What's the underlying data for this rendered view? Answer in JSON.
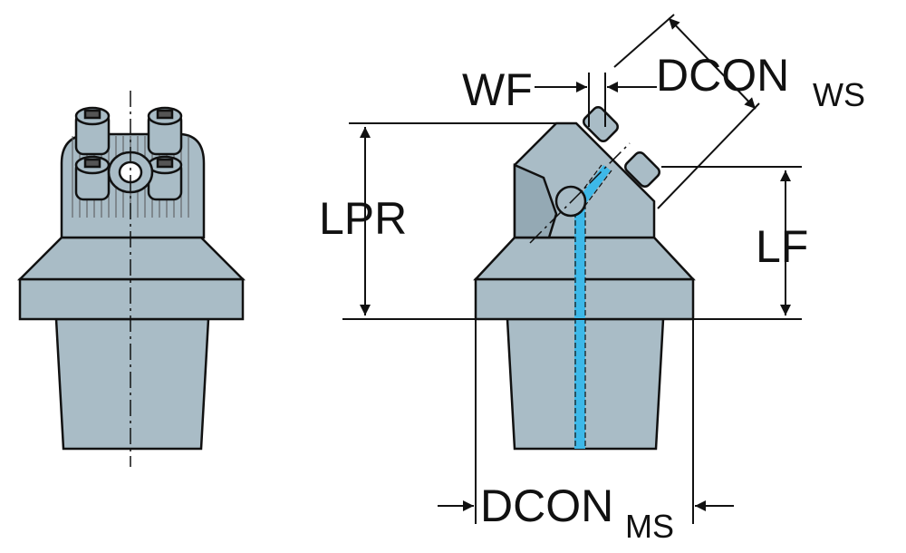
{
  "labels": {
    "wf": "WF",
    "lpr": "LPR",
    "lf": "LF",
    "dcon_ws_main": "DCON",
    "dcon_ws_sub": "WS",
    "dcon_ms_main": "DCON",
    "dcon_ms_sub": "MS"
  },
  "colors": {
    "body": "#a9bcc6",
    "body_dark": "#7f95a1",
    "outline": "#111111",
    "coolant": "#3db8e8",
    "background": "#ffffff"
  }
}
